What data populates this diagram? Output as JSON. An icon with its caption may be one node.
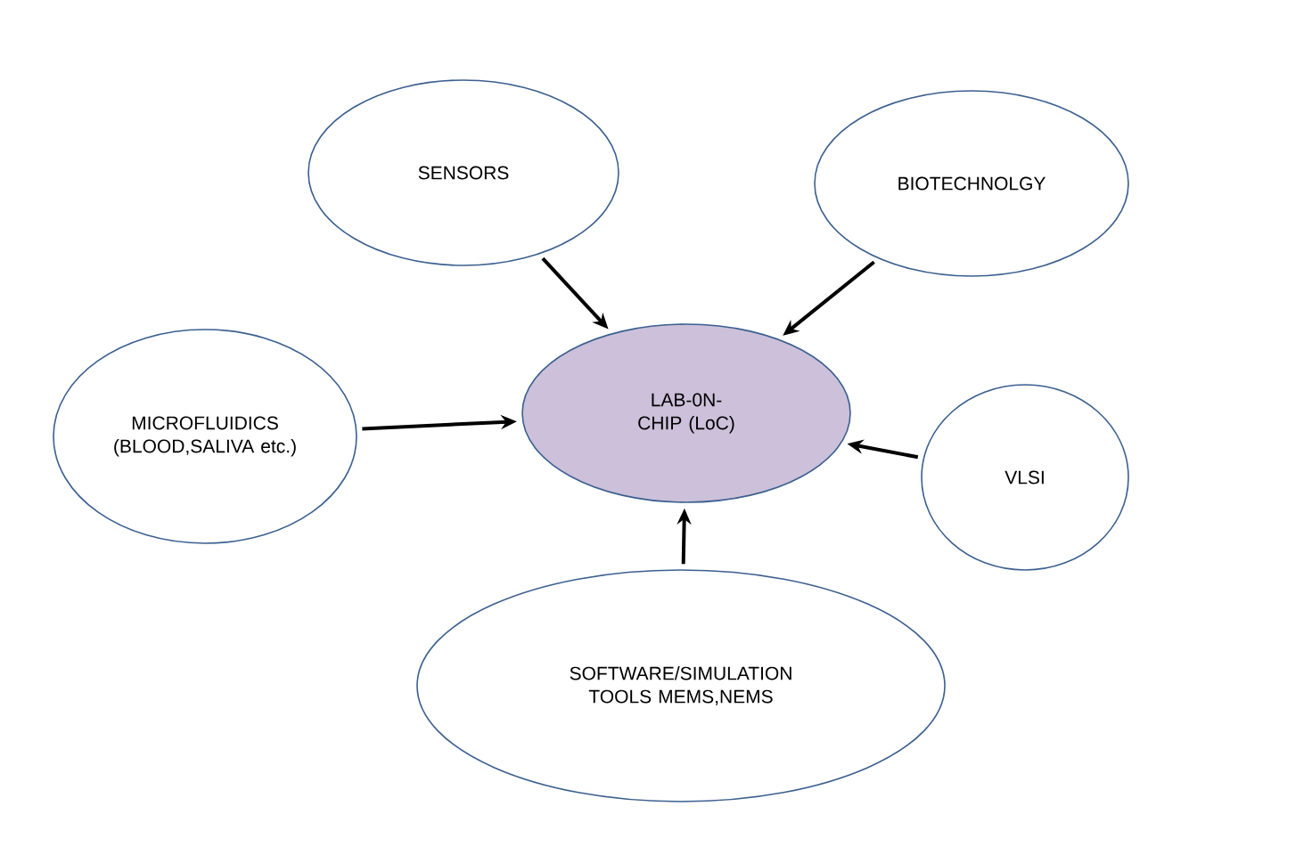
{
  "diagram": {
    "nodes": [
      {
        "text": [
          "SENSORS"
        ]
      },
      {
        "text": [
          "BIOTECHNOLGY"
        ]
      },
      {
        "text": [
          "MICROFLUIDICS (BLOOD,SALIVA etc.)"
        ]
      },
      {
        "text": [
          "LAB-0N-CHIP (LoC)"
        ]
      },
      {
        "text": [
          "VLSI"
        ]
      },
      {
        "text": [
          "SOFTWARE/SIMULATION TOOLS MEMS,NEMS"
        ]
      }
    ],
    "edges": [
      {
        "from": 0,
        "to": 3,
        "arrow": "to"
      },
      {
        "from": 1,
        "to": 3,
        "arrow": "to"
      },
      {
        "from": 2,
        "to": 3,
        "arrow": "to"
      },
      {
        "from": 4,
        "to": 3,
        "arrow": "to"
      },
      {
        "from": 5,
        "to": 3,
        "arrow": "to"
      }
    ]
  }
}
